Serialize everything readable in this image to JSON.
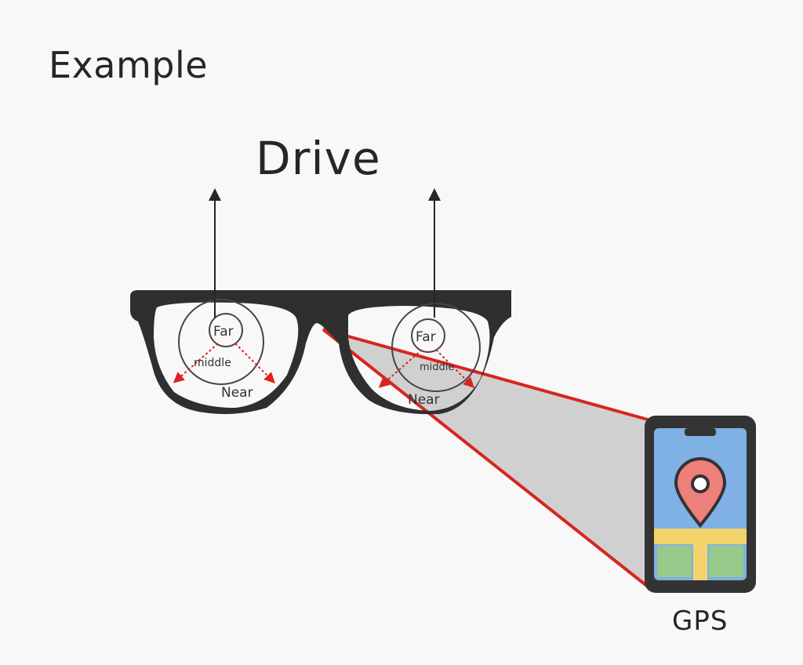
{
  "heading": "Example",
  "title": "Drive",
  "lens_labels": {
    "far": "Far",
    "middle": "middle",
    "near": "Near"
  },
  "device": {
    "label": "GPS",
    "icon": "smartphone-map-pin-icon"
  },
  "colors": {
    "frame": "#2f2f2f",
    "arrow_red": "#d7261e",
    "sight_line": "#d7261e",
    "view_cone": "#c9c9c9",
    "phone_screen": "#7fb0e6",
    "map_road": "#f3d36b",
    "map_green": "#96c98a",
    "pin": "#ee7f7b",
    "background": "#f9f8f9"
  }
}
